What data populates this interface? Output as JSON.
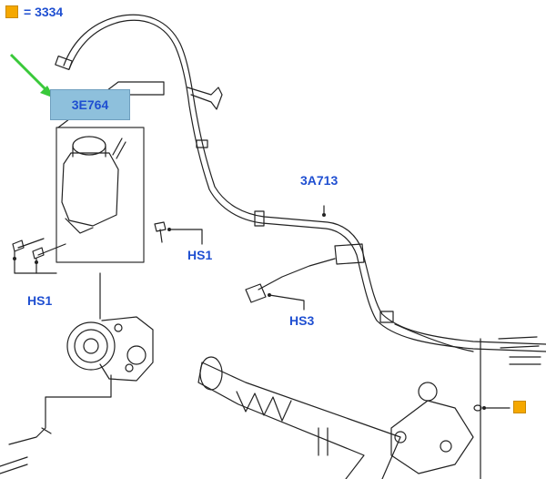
{
  "legend": {
    "symbol_color": "#f5a800",
    "text": "= 3334"
  },
  "callouts": {
    "reservoir": "3E764",
    "hose": "3A713",
    "hs1_right": "HS1",
    "hs1_left": "HS1",
    "hs3": "HS3"
  },
  "colors": {
    "label": "#1f4fd1",
    "highlight": "#8ec0dc",
    "arrow": "#39c93a",
    "line": "#000000"
  }
}
